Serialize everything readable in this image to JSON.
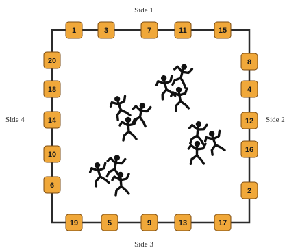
{
  "labels": {
    "side1": "Side 1",
    "side2": "Side 2",
    "side3": "Side 3",
    "side4": "Side 4"
  },
  "boxes": {
    "side1": [
      "1",
      "3",
      "7",
      "11",
      "15"
    ],
    "side2": [
      "8",
      "4",
      "12",
      "16",
      "2"
    ],
    "side3": [
      "19",
      "5",
      "9",
      "13",
      "17"
    ],
    "side4": [
      "20",
      "18",
      "14",
      "10",
      "6"
    ]
  },
  "colors": {
    "box_fill": "#f0a83a",
    "box_stroke": "#7a4a10",
    "line": "#2b2b2b",
    "figures": "#111111"
  },
  "icons": {
    "figure": "dancing-person-icon",
    "group": "dancer-group"
  }
}
